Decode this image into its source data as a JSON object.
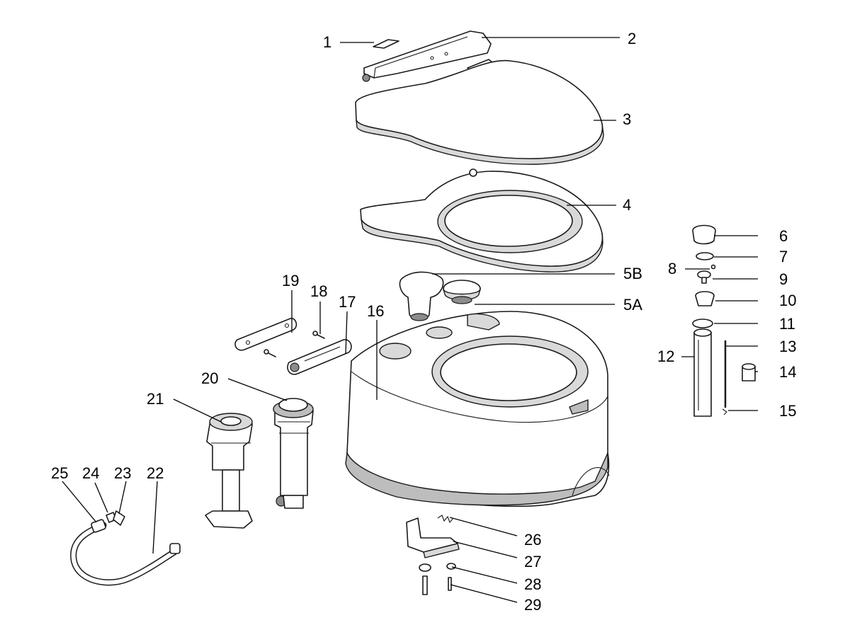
{
  "diagram": {
    "type": "exploded-parts-view",
    "background": "#ffffff",
    "stroke_color": "#1a1a1a",
    "labels": {
      "p1": "1",
      "p2": "2",
      "p3": "3",
      "p4": "4",
      "p5a": "5A",
      "p5b": "5B",
      "p6": "6",
      "p7": "7",
      "p8": "8",
      "p9": "9",
      "p10": "10",
      "p11": "11",
      "p12": "12",
      "p13": "13",
      "p14": "14",
      "p15": "15",
      "p16": "16",
      "p17": "17",
      "p18": "18",
      "p19": "19",
      "p20": "20",
      "p21": "21",
      "p22": "22",
      "p23": "23",
      "p24": "24",
      "p25": "25",
      "p26": "26",
      "p27": "27",
      "p28": "28",
      "p29": "29"
    }
  }
}
